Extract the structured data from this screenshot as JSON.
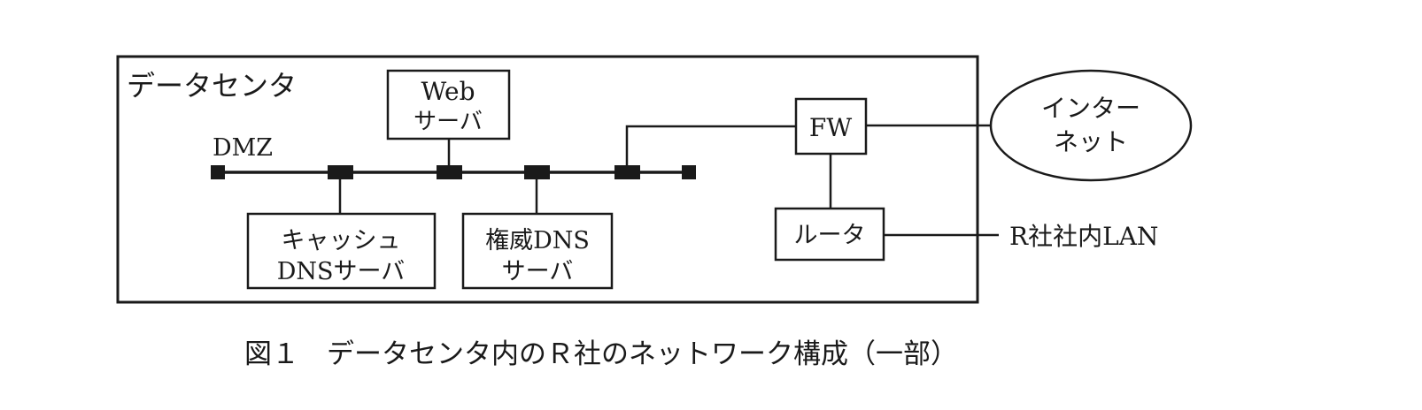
{
  "diagram": {
    "container_label": "データセンタ",
    "segment_label": "DMZ",
    "nodes": {
      "web_server": [
        "Web",
        "サーバ"
      ],
      "cache_dns": [
        "キャッシュ",
        "DNSサーバ"
      ],
      "auth_dns": [
        "権威DNS",
        "サーバ"
      ],
      "firewall": "FW",
      "router": "ルータ",
      "internet": [
        "インター",
        "ネット"
      ]
    },
    "external_label": "R社社内LAN",
    "connections": [
      {
        "from": "cache_dns",
        "to": "DMZ"
      },
      {
        "from": "web_server",
        "to": "DMZ"
      },
      {
        "from": "auth_dns",
        "to": "DMZ"
      },
      {
        "from": "DMZ",
        "to": "firewall"
      },
      {
        "from": "firewall",
        "to": "internet"
      },
      {
        "from": "firewall",
        "to": "router"
      },
      {
        "from": "router",
        "to": "R社社内LAN"
      }
    ]
  },
  "caption": "図１　データセンタ内のＲ社のネットワーク構成（一部）"
}
